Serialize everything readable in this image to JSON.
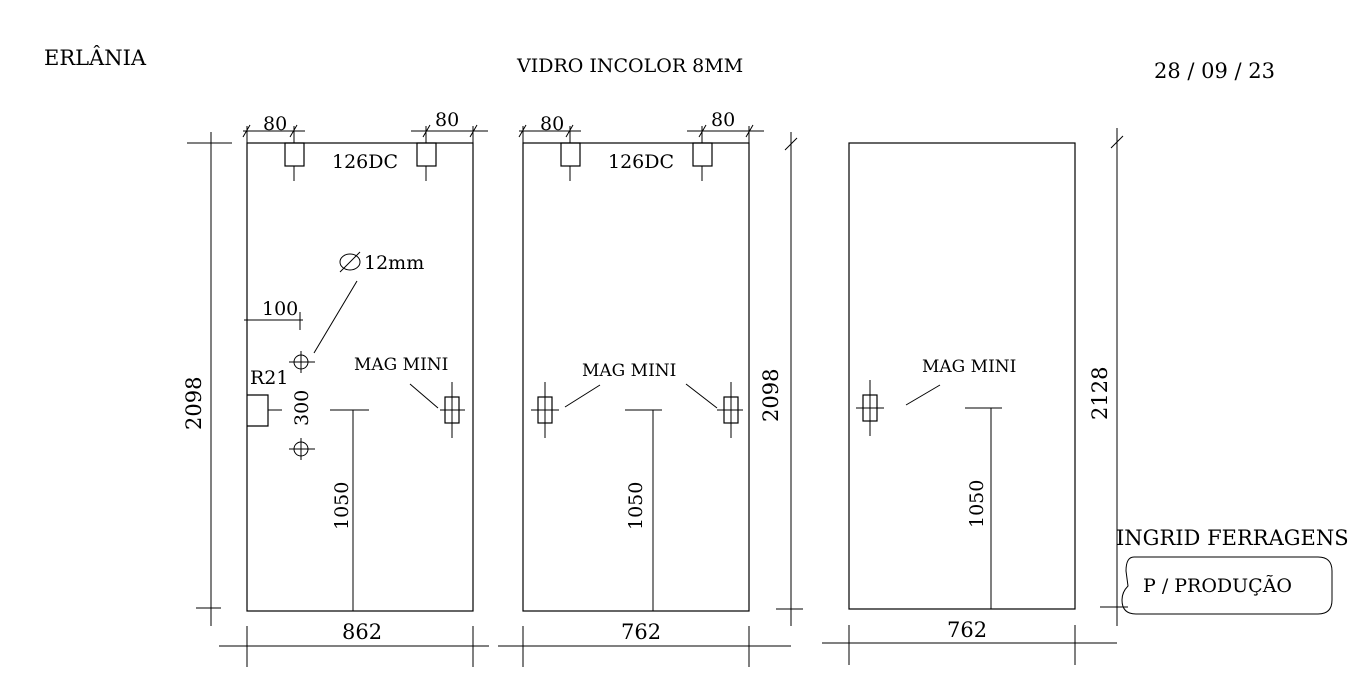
{
  "header": {
    "client": "ERLÂNIA",
    "material": "VIDRO INCOLOR 8MM",
    "date": "28 / 09 / 23"
  },
  "company": {
    "name": "INGRID FERRAGENS",
    "stamp": "P / PRODUÇÃO"
  },
  "panels": [
    {
      "width": "862",
      "height": "2098",
      "top_left_offset": "80",
      "top_right_offset": "80",
      "hinge_label": "126DC",
      "hole_diameter": "12mm",
      "hole_edge_offset": "100",
      "hole_spacing": "300",
      "notch_radius": "R21",
      "lock_label": "MAG MINI",
      "handle_height": "1050"
    },
    {
      "width": "762",
      "height": "2098",
      "top_left_offset": "80",
      "top_right_offset": "80",
      "hinge_label": "126DC",
      "lock_label": "MAG MINI",
      "handle_height": "1050"
    },
    {
      "width": "762",
      "height": "2128",
      "lock_label": "MAG MINI",
      "handle_height": "1050"
    }
  ]
}
